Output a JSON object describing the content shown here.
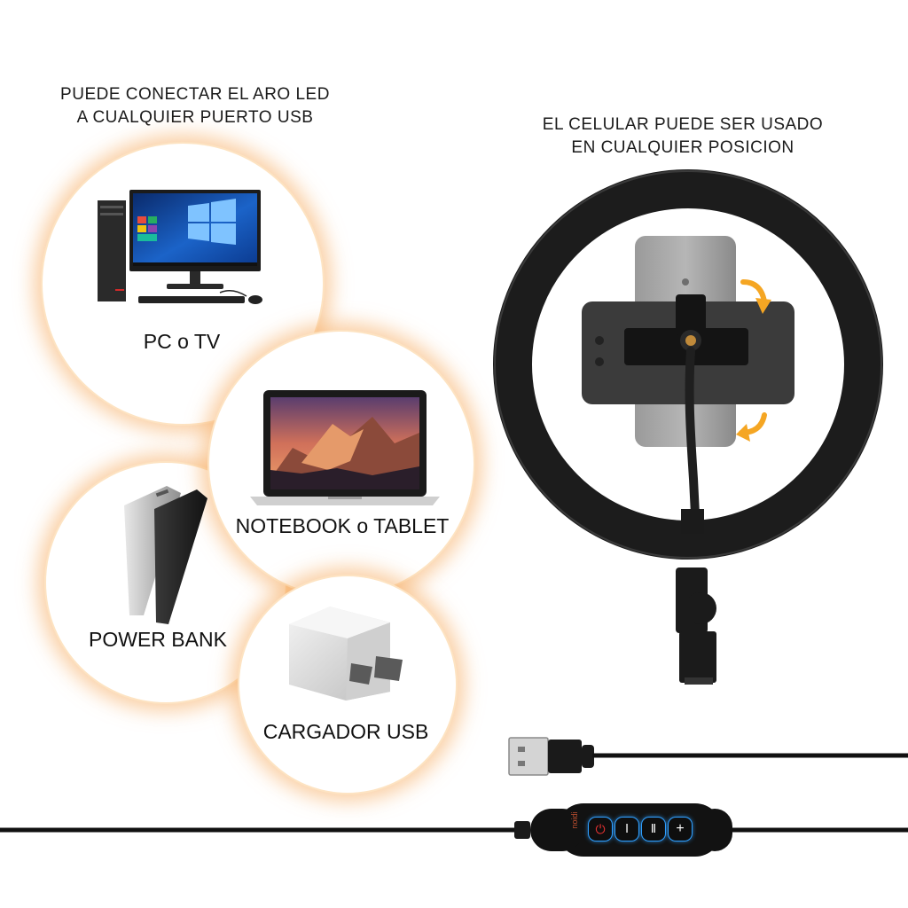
{
  "left_caption": {
    "line1": "PUEDE CONECTAR EL ARO LED",
    "line2": "A CUALQUIER PUERTO USB"
  },
  "right_caption": {
    "line1": "EL CELULAR PUEDE SER USADO",
    "line2": "EN CUALQUIER POSICION"
  },
  "devices": [
    {
      "label": "PC o TV",
      "icon": "desktop-pc-icon"
    },
    {
      "label": "NOTEBOOK o TABLET",
      "icon": "laptop-icon"
    },
    {
      "label": "POWER BANK",
      "icon": "power-bank-icon"
    },
    {
      "label": "CARGADOR USB",
      "icon": "usb-charger-icon"
    }
  ],
  "controller": {
    "brand_mark": "ᴉpᴉou",
    "buttons": [
      "power",
      "I",
      "II",
      "+"
    ]
  },
  "colors": {
    "glow": "#f6a85a",
    "ring": "#1c1c1c",
    "button_glow": "#2f9fff",
    "rotation_arrow": "#f5a623"
  }
}
